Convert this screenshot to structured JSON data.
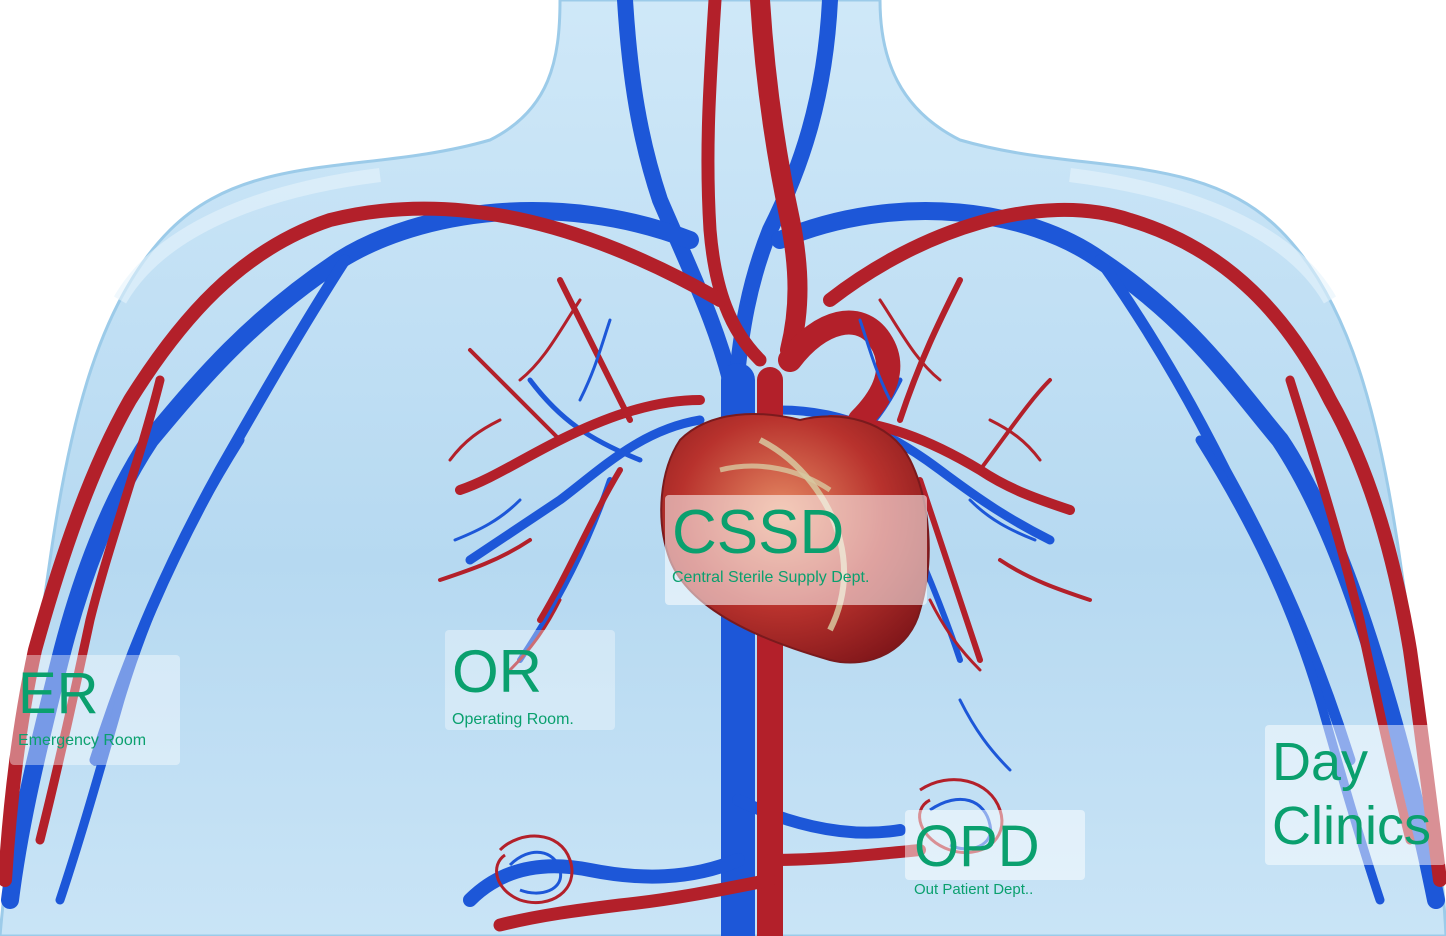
{
  "colors": {
    "label_text": "#0aa06e",
    "artery": "#b3202a",
    "vein": "#1d57d8",
    "body_tint": "#b9dcf2",
    "background": "#ffffff"
  },
  "departments": {
    "cssd": {
      "abbr": "CSSD",
      "full": "Central Sterile Supply Dept."
    },
    "or": {
      "abbr": "OR",
      "full": "Operating Room."
    },
    "er": {
      "abbr": "ER",
      "full": "Emergency Room"
    },
    "opd": {
      "abbr": "OPD",
      "full": "Out Patient Dept.."
    },
    "day_clinics": {
      "line1": "Day",
      "line2": "Clinics"
    }
  }
}
